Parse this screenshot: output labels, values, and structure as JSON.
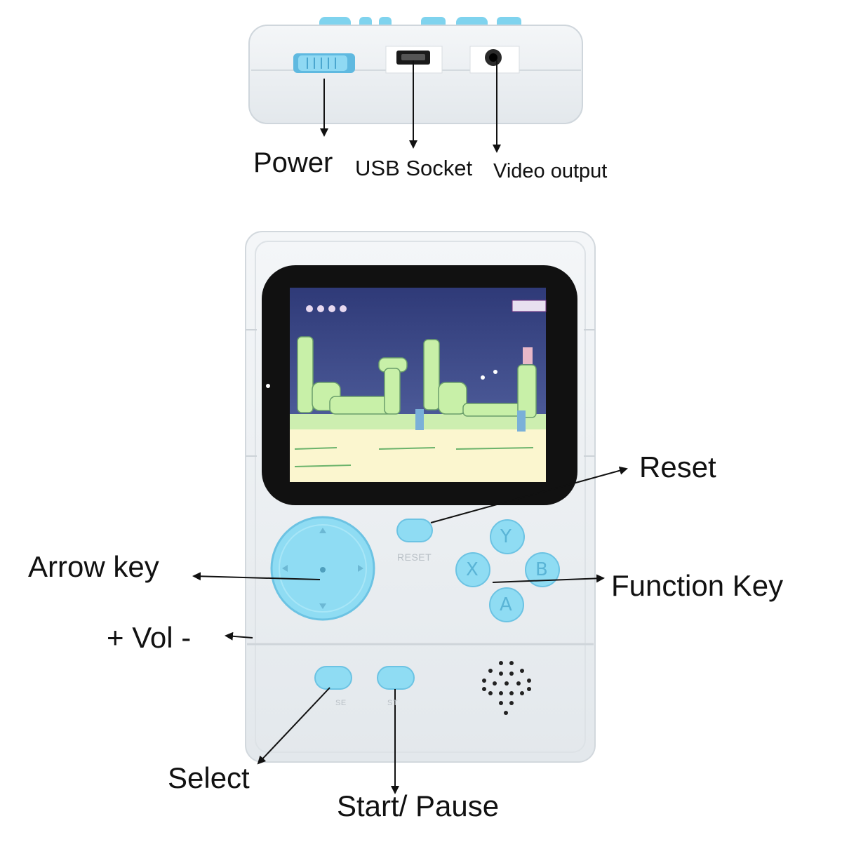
{
  "labels": {
    "power": "Power",
    "usb_socket": "USB Socket",
    "video_output": "Video output",
    "reset": "Reset",
    "arrow_key": "Arrow key",
    "function_key": "Function Key",
    "volume": "+ Vol -",
    "select": "Select",
    "start_pause": "Start/ Pause"
  },
  "device_printing": {
    "reset": "RESET",
    "select_short": "SE",
    "start_short": "ST",
    "button_y": "Y",
    "button_x": "X",
    "button_b": "B",
    "button_a": "A"
  },
  "colors": {
    "shell": "#eef1f3",
    "accent_blue": "#7fd3ee",
    "screen_bezel": "#111111",
    "game_sky": "#3a4a8a",
    "game_ground": "#fbf6cf",
    "game_foliage": "#c8f0a8"
  },
  "icons": {
    "arrows": "arrow-icon",
    "speaker": "speaker-grille-icon"
  }
}
